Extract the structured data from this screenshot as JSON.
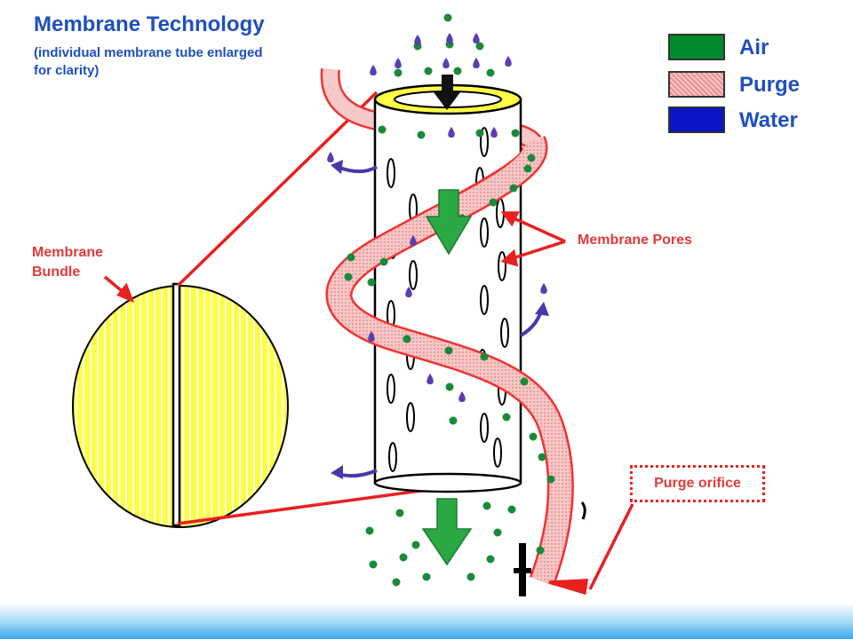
{
  "title": "Membrane Technology",
  "subtitle": "(individual membrane tube enlarged for clarity)",
  "legend": [
    {
      "label": "Air",
      "color": "#008a2e"
    },
    {
      "label": "Purge",
      "color": "#f2b6b6"
    },
    {
      "label": "Water",
      "color": "#0a14c8"
    }
  ],
  "labels": {
    "membrane_bundle": "Membrane Bundle",
    "membrane_pores": "Membrane Pores",
    "purge_orifice": "Purge orifice"
  },
  "colors": {
    "callout_red": "#e82020",
    "title_blue": "#1f4fbf",
    "tube_yellow": "#ffff44",
    "air_green": "#1a8a3a",
    "water_purple": "#5a3fb0",
    "arrow_green": "#2aa844"
  }
}
